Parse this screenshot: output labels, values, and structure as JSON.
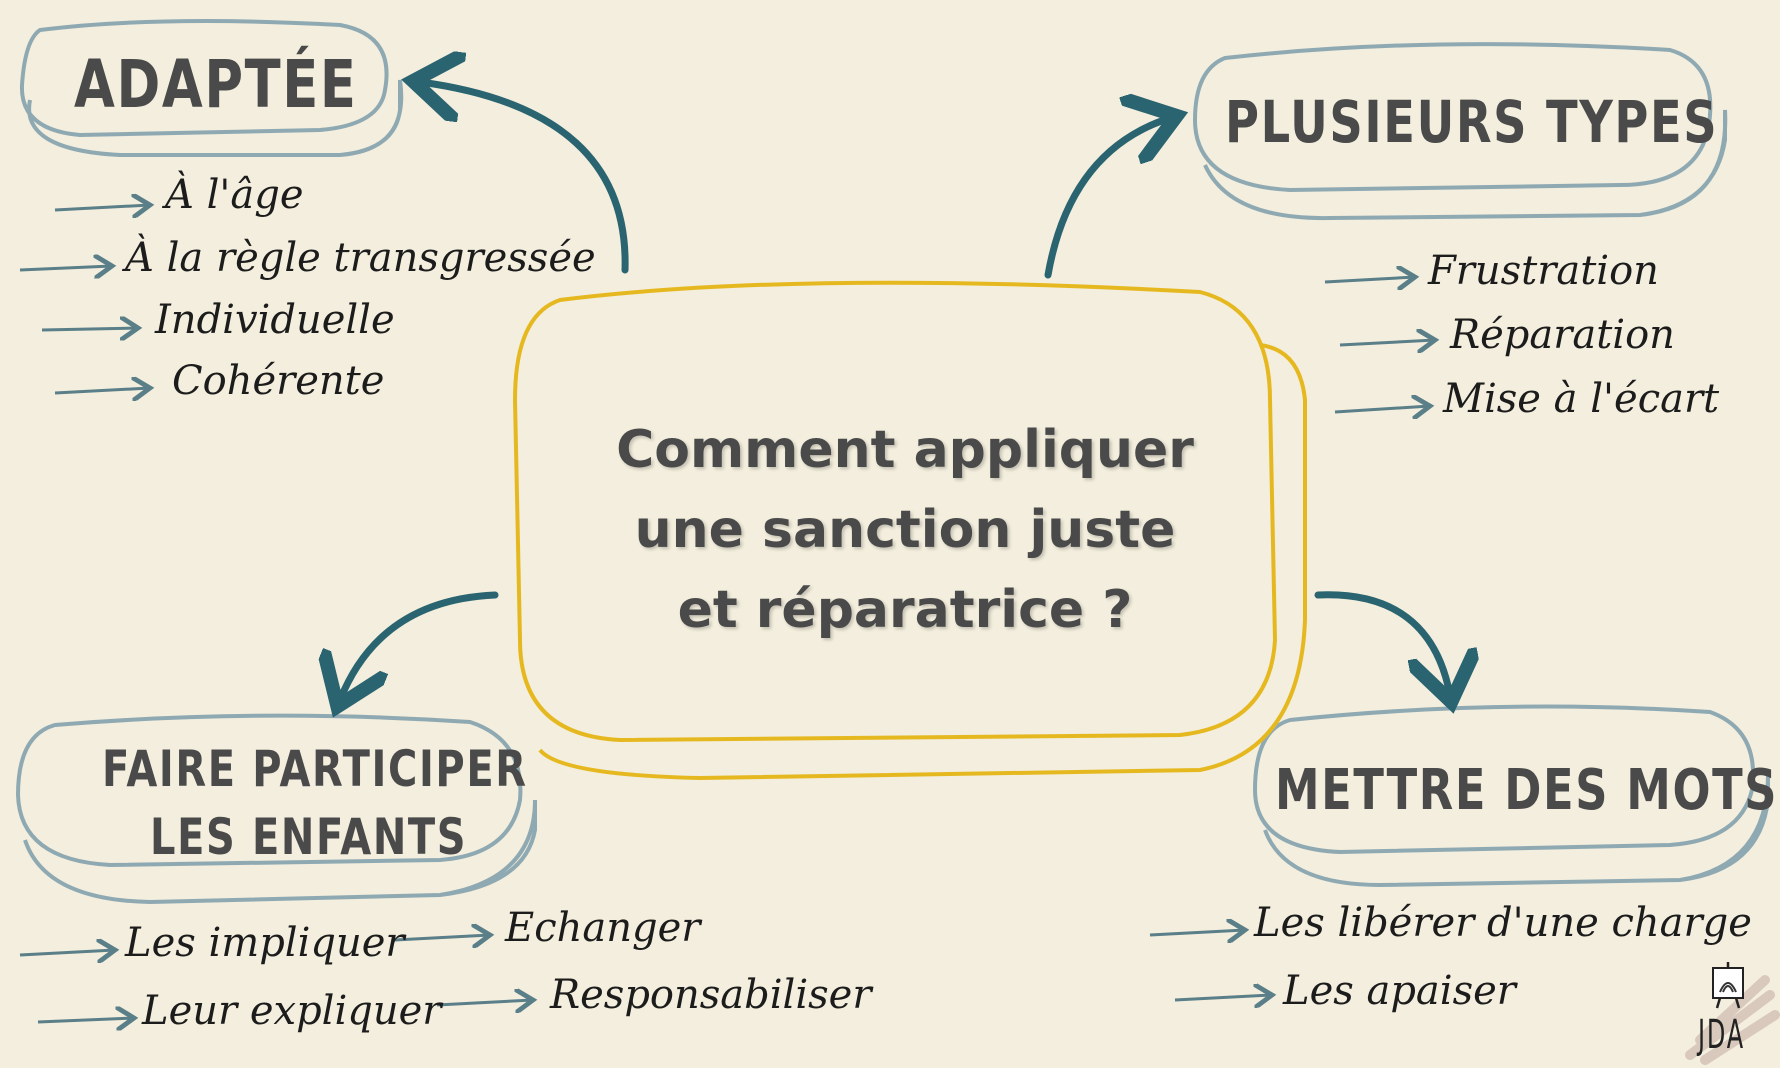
{
  "center": {
    "lines": [
      "Comment appliquer",
      "une sanction juste",
      "et réparatrice ?"
    ]
  },
  "branches": {
    "adaptee": {
      "title": "ADAPTÉE",
      "items": [
        "À l'âge",
        "À la règle transgressée",
        "Individuelle",
        "Cohérente"
      ]
    },
    "types": {
      "title": "PLUSIEURS TYPES",
      "items": [
        "Frustration",
        "Réparation",
        "Mise à l'écart"
      ]
    },
    "participer": {
      "title_lines": [
        "FAIRE PARTICIPER",
        "LES ENFANTS"
      ],
      "items": [
        "Les impliquer",
        "Leur expliquer",
        "Echanger",
        "Responsabiliser"
      ]
    },
    "mots": {
      "title": "METTRE DES MOTS",
      "items": [
        "Les libérer d'une charge",
        "Les apaiser"
      ]
    }
  },
  "logo": {
    "text": "JDA"
  },
  "colors": {
    "background": "#f3eedd",
    "arrow": "#2a6470",
    "bubble_outline": "#8fa9b3",
    "center_outline": "#e6b820",
    "text": "#4a4a4a"
  }
}
